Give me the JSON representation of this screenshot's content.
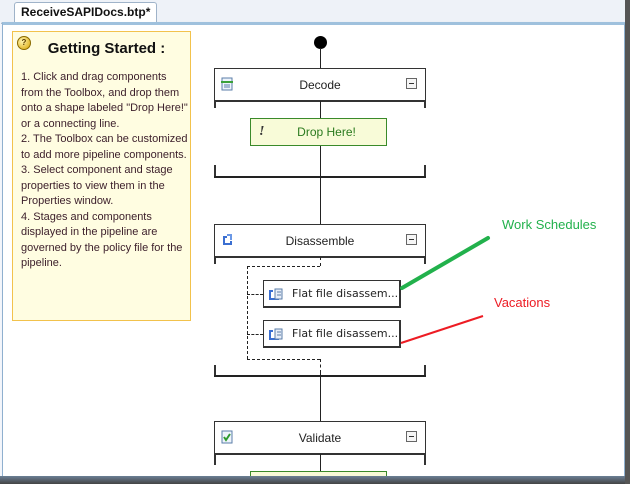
{
  "tab": {
    "title": "ReceiveSAPIDocs.btp*"
  },
  "help": {
    "icon": "help-bubble-icon",
    "title": "Getting Started :",
    "steps": [
      "1. Click and drag components from the Toolbox, and drop them onto a shape labeled \"Drop Here!\" or a connecting line.",
      "2. The Toolbox can be customized to add more pipeline components.",
      "3. Select component and stage properties to view them in the Properties window.",
      "4. Stages and components displayed in the pipeline are governed by the policy file for the pipeline."
    ]
  },
  "pipeline": {
    "stages": [
      {
        "name": "Decode",
        "icon": "decode-stage-icon",
        "collapse_icon": "collapse-minus-icon"
      },
      {
        "name": "Disassemble",
        "icon": "disassemble-stage-icon",
        "collapse_icon": "collapse-minus-icon"
      },
      {
        "name": "Validate",
        "icon": "validate-stage-icon",
        "collapse_icon": "collapse-minus-icon"
      }
    ],
    "decode_drop": {
      "label": "Drop Here!",
      "icon": "exclamation-icon"
    },
    "components": [
      {
        "label": "Flat file disassem...",
        "icon": "flat-file-disassembler-icon"
      },
      {
        "label": "Flat file disassem...",
        "icon": "flat-file-disassembler-icon"
      }
    ]
  },
  "annotations": [
    {
      "text": "Work Schedules",
      "color": "#22b14c"
    },
    {
      "text": "Vacations",
      "color": "#ed1c24"
    }
  ],
  "colors": {
    "help_bg": "#fffde1",
    "help_border": "#f2c24c",
    "drop_border": "#3a8a2a",
    "drop_bg": "#f8fbd8",
    "drop_text": "#2a7a1e"
  }
}
